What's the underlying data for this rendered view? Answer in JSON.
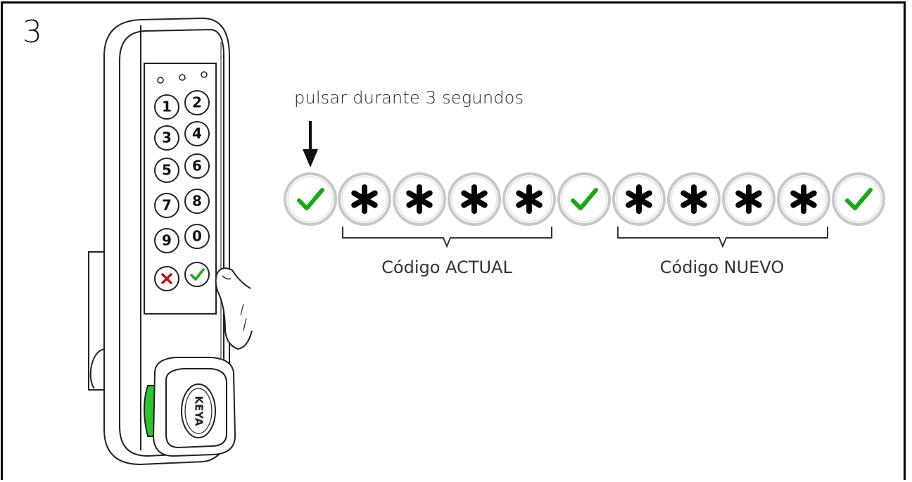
{
  "step": "3",
  "instruction": "pulsar durante 3 segundos",
  "groups": {
    "current": "Código ACTUAL",
    "new": "Código NUEVO"
  },
  "sequence": [
    {
      "key": "confirm",
      "icon": "check-icon"
    },
    {
      "key": "digit",
      "icon": "asterisk-icon"
    },
    {
      "key": "digit",
      "icon": "asterisk-icon"
    },
    {
      "key": "digit",
      "icon": "asterisk-icon"
    },
    {
      "key": "digit",
      "icon": "asterisk-icon"
    },
    {
      "key": "confirm",
      "icon": "check-icon"
    },
    {
      "key": "digit",
      "icon": "asterisk-icon"
    },
    {
      "key": "digit",
      "icon": "asterisk-icon"
    },
    {
      "key": "digit",
      "icon": "asterisk-icon"
    },
    {
      "key": "digit",
      "icon": "asterisk-icon"
    },
    {
      "key": "confirm",
      "icon": "check-icon"
    }
  ],
  "keypad": {
    "keys": [
      "1",
      "2",
      "3",
      "4",
      "5",
      "6",
      "7",
      "8",
      "9",
      "0"
    ],
    "cancel_icon": "x-icon",
    "confirm_icon": "check-icon"
  },
  "brand": "KEYA",
  "colors": {
    "check": "#1aa81a",
    "cancel": "#b01818",
    "led": "#2ec42e"
  }
}
